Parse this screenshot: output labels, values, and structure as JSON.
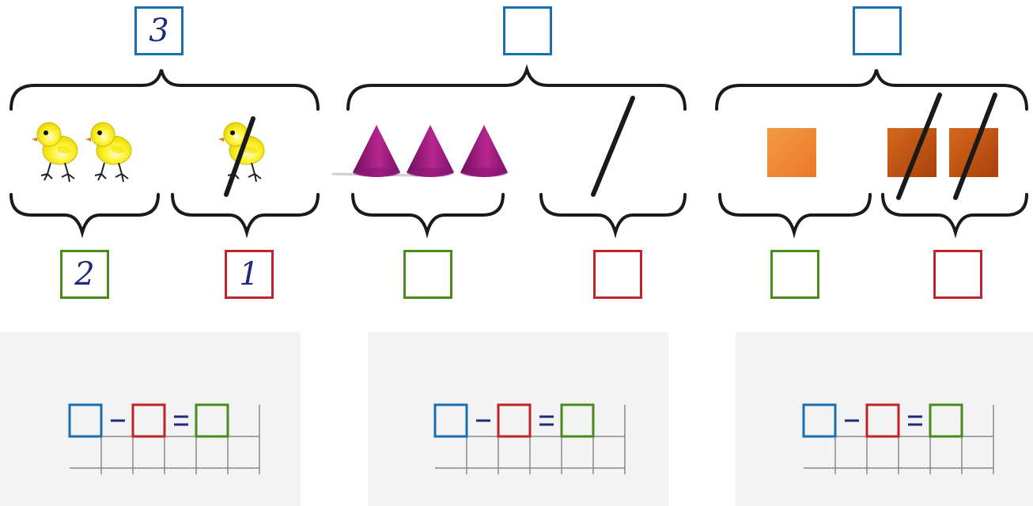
{
  "colors": {
    "total": "#1a6fb0",
    "part1": "#4a8a1c",
    "part2": "#c0232a",
    "ink": "#1e2a7a"
  },
  "problems": [
    {
      "object": "chick-icon",
      "count": 3,
      "crossed_out": 1,
      "total": "3",
      "part1": "2",
      "part2": "1"
    },
    {
      "object": "cone-icon",
      "count": 3,
      "crossed_out": 0,
      "total": "",
      "part1": "",
      "part2": ""
    },
    {
      "object": "orange-square-icon",
      "count": 3,
      "crossed_out": 2,
      "total": "",
      "part1": "",
      "part2": ""
    }
  ],
  "equation": {
    "minus": "−",
    "equals": "="
  }
}
